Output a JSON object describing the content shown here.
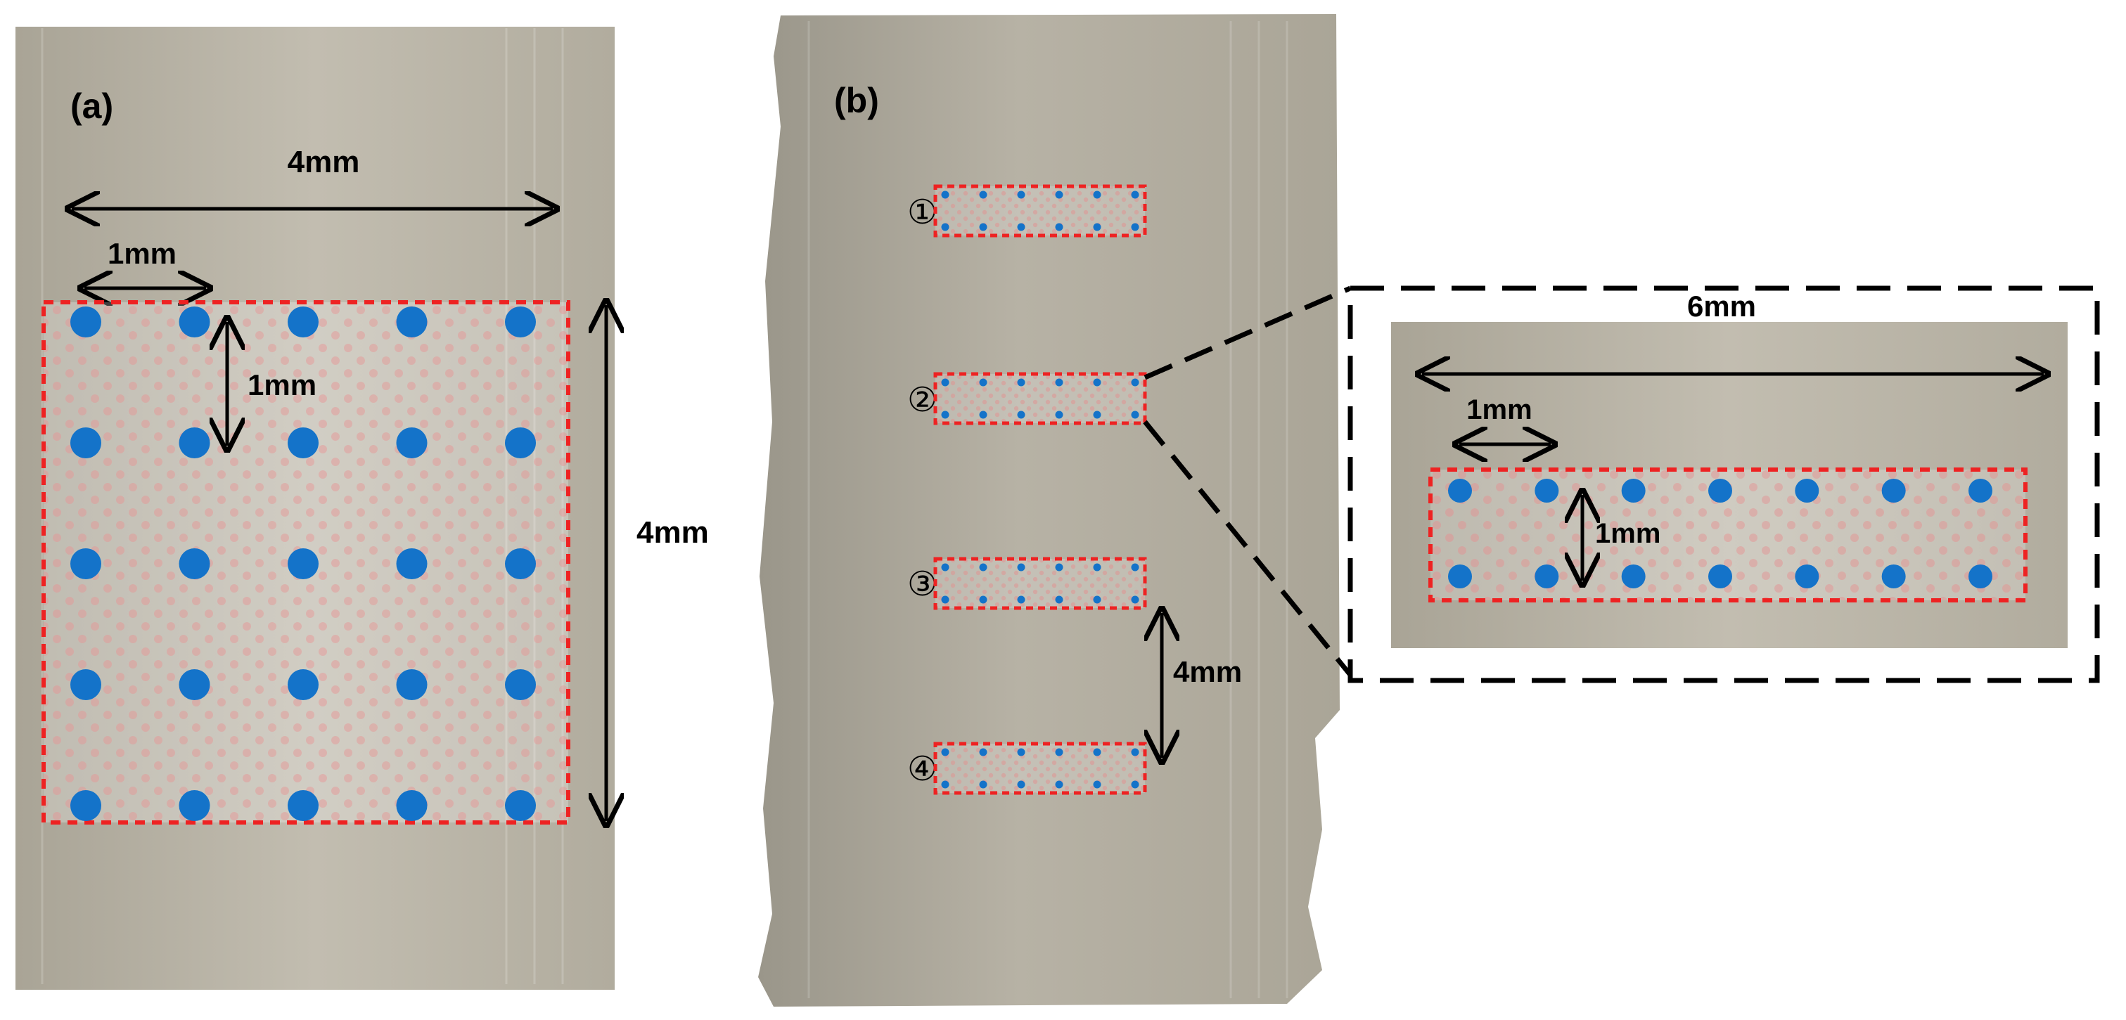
{
  "panel_a": {
    "label": "(a)",
    "dim_width": "4mm",
    "dim_height": "4mm",
    "dim_spacing_x": "1mm",
    "dim_spacing_y": "1mm",
    "grid": {
      "rows": 5,
      "cols": 5
    }
  },
  "panel_b": {
    "label": "(b)",
    "markers": [
      "①",
      "②",
      "③",
      "④"
    ],
    "dim_gap": "4mm",
    "strip_dots": {
      "rows": 2,
      "cols": 6
    }
  },
  "inset": {
    "dim_length": "6mm",
    "dim_spacing_x": "1mm",
    "dim_spacing_y": "1mm",
    "grid": {
      "rows": 2,
      "cols": 7
    }
  },
  "colors": {
    "dot": "#1473c9",
    "dashed_border": "#ee2222",
    "arrow": "#000000",
    "specimen": "#b8b3a4",
    "inset_frame": "#000000"
  }
}
